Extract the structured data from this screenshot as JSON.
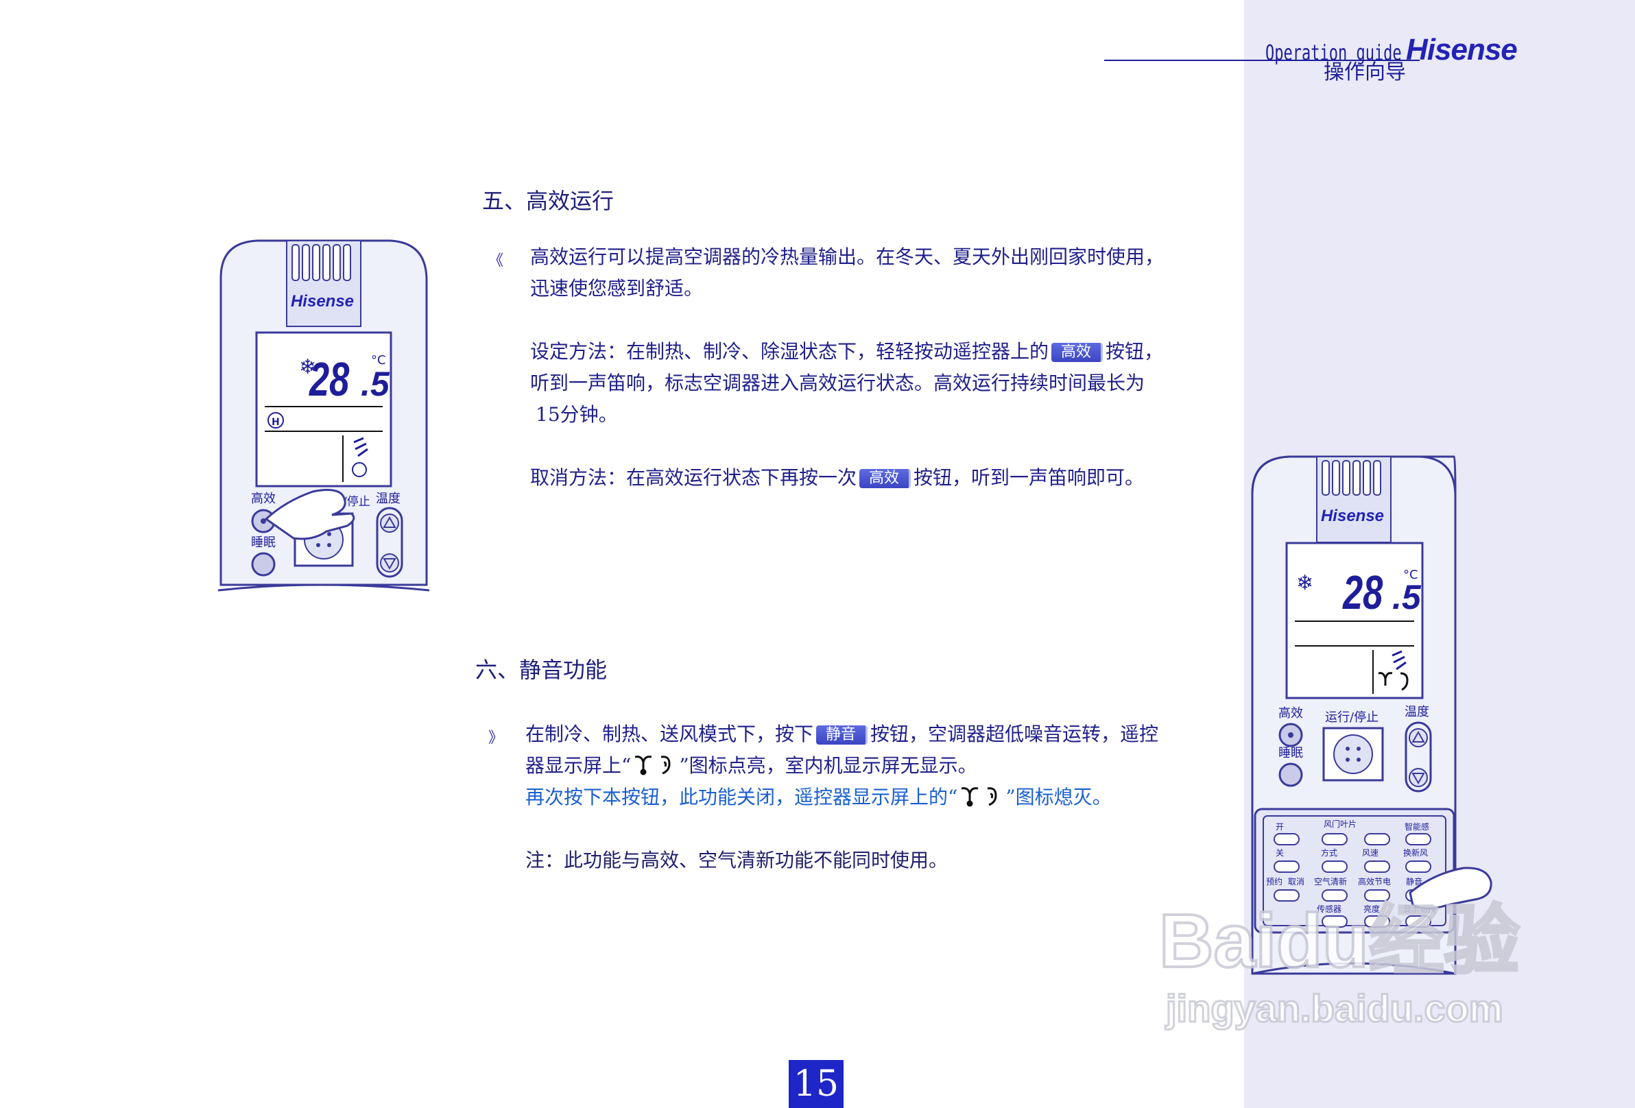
{
  "header": {
    "op_guide": "Operation guide",
    "op_guide_cn": "操作向导",
    "brand": "Hisense"
  },
  "section5": {
    "title": "五、高效运行",
    "bullet": "《",
    "line1": "高效运行可以提高空调器的冷热量输出。在冬天、夏天外出刚回家时使用，",
    "line2": "迅速使您感到舒适。",
    "set_pre": "设定方法：在制热、制冷、除湿状态下，轻轻按动遥控器上的",
    "set_post": "按钮，",
    "set_line2": "听到一声笛响，标志空调器进入高效运行状态。高效运行持续时间最长为",
    "set_line3": "15分钟。",
    "cancel_pre": "取消方法：在高效运行状态下再按一次",
    "cancel_post": "按钮，听到一声笛响即可。",
    "button_label": "高效"
  },
  "section6": {
    "title": "六、静音功能",
    "bullet": "》",
    "line1_pre": "在制冷、制热、送风模式下，按下",
    "line1_post": "按钮，空调器超低噪音运转，遥控",
    "line2_pre": "器显示屏上“",
    "line2_post": "”图标点亮，室内机显示屏无显示。",
    "line3_pre": "再次按下本按钮，此功能关闭，遥控器显示屏上的“",
    "line3_post": "”图标熄灭。",
    "note": "注：此功能与高效、空气清新功能不能同时使用。",
    "button_label": "静音"
  },
  "remote_left": {
    "brand": "Hisense",
    "temp_int": "28",
    "temp_dec": ".5",
    "unit": "°C",
    "btn_gaoxiao": "高效",
    "btn_run_stop": "运行/停止",
    "btn_temp": "温度",
    "btn_sleep": "睡眠"
  },
  "remote_right": {
    "brand": "Hisense",
    "temp_int": "28",
    "temp_dec": ".5",
    "unit": "°C",
    "btn_gaoxiao": "高效",
    "btn_run_stop": "运行/停止",
    "btn_temp": "温度",
    "btn_sleep": "睡眠",
    "lower_buttons": [
      "开",
      "风门叶片",
      "智能感",
      "关",
      "方式",
      "风速",
      "换新风",
      "预约",
      "取消",
      "空气清新",
      "高效节电",
      "静音",
      "传感器",
      "亮度",
      "显示切换"
    ]
  },
  "page_number": "15",
  "watermark": {
    "line1": "Baidu经验",
    "line2": "jingyan.baidu.com"
  },
  "colors": {
    "primary_blue": "#1e1e9a",
    "sidebar": "#e9e9f7",
    "pill": "#3b45c2",
    "page_box": "#1e26c8"
  }
}
